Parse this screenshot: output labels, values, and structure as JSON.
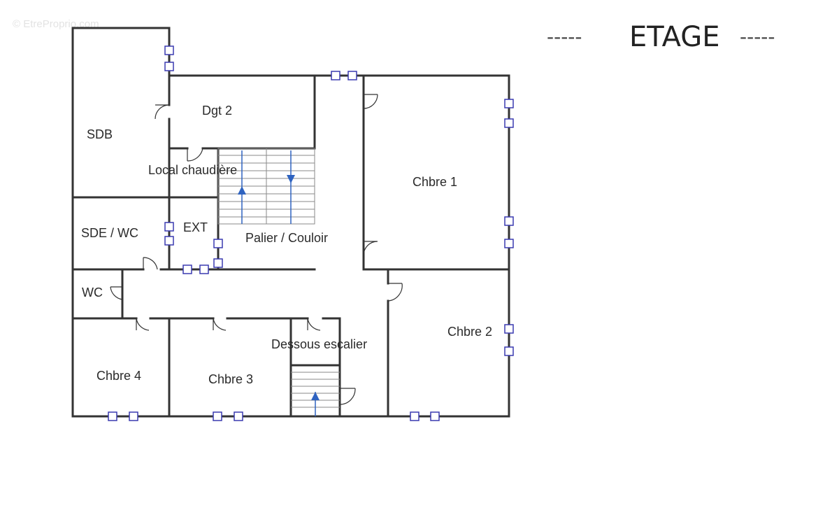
{
  "watermark": "© EtreProprio.com",
  "title": {
    "text": "ETAGE",
    "dash_left": "-----",
    "dash_right": "-----"
  },
  "rooms": {
    "sdb": "SDB",
    "dgt2": "Dgt 2",
    "local_chaudiere": "Local chaudière",
    "chbre1": "Chbre 1",
    "sde_wc": "SDE / WC",
    "ext": "EXT",
    "palier": "Palier / Couloir",
    "wc": "WC",
    "chbre2": "Chbre 2",
    "dessous_escalier": "Dessous escalier",
    "chbre4": "Chbre 4",
    "chbre3": "Chbre 3"
  },
  "colors": {
    "wall": "#333333",
    "window": "#3a3ab0",
    "stair_arrow": "#2f63c0"
  }
}
